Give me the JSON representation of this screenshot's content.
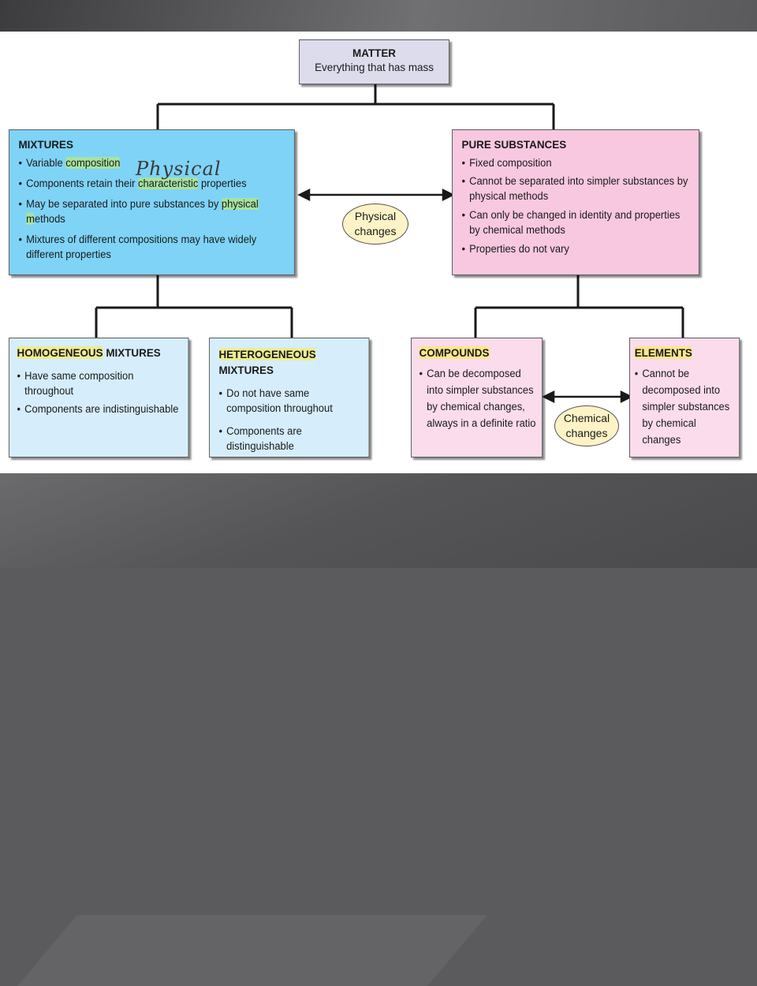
{
  "matter": {
    "title": "MATTER",
    "subtitle": "Everything that has mass"
  },
  "mixtures": {
    "title": "MIXTURES",
    "items": {
      "i0_pre": "Variable ",
      "i0_hl": "composition",
      "i1_pre": "Components retain their ",
      "i1_hl": "characteristic",
      "i1_post": " properties",
      "i2_pre": "May be separated into pure substances by ",
      "i2_hl": "physical m",
      "i2_post": "ethods",
      "i3": "Mixtures of different compositions may have widely different properties"
    },
    "annotation": "Physical"
  },
  "pure_substances": {
    "title": "PURE SUBSTANCES",
    "items": [
      "Fixed composition",
      "Cannot be separated into simpler substances by physical methods",
      "Can only be changed in identity and properties by chemical methods",
      "Properties do not vary"
    ]
  },
  "physical_changes": {
    "line1": "Physical",
    "line2": "changes"
  },
  "homogeneous": {
    "title_hl": "HOMOGENEOUS",
    "title_rest": " MIXTURES",
    "items": [
      "Have same composition throughout",
      "Components are indistinguishable"
    ]
  },
  "heterogeneous": {
    "title_hl": "HETEROGENEOUS",
    "title_rest": "MIXTURES",
    "items": [
      "Do not have same composition throughout",
      "Components are distinguishable"
    ]
  },
  "compounds": {
    "title": "COMPOUNDS",
    "items": [
      "Can be decomposed into simpler substances by chemical changes, always in a definite ratio"
    ]
  },
  "elements": {
    "title": "ELEMENTS",
    "items": [
      "Cannot be decomposed into simpler substances by chemical changes"
    ]
  },
  "chemical_changes": {
    "line1": "Chemical",
    "line2": "changes"
  },
  "colors": {
    "mixtures_fill": "#7fd3f7",
    "mixture_types_fill": "#d6eefb",
    "pure_fill": "#f8c8e0",
    "pure_types_fill": "#fbdcec",
    "matter_fill": "#dcdcec",
    "oval_fill": "#fdf3c6",
    "highlight_green": "#c8f05a",
    "highlight_yellow": "#fae864"
  }
}
